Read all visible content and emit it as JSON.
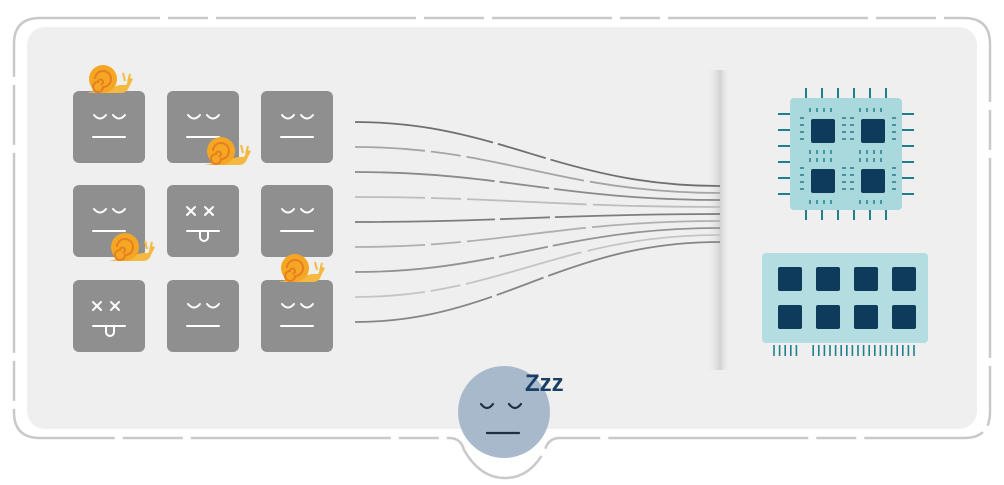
{
  "colors": {
    "panel_fill": "#efefef",
    "frame_stroke": "#c9c9c9",
    "tile_fill": "#8f8f8f",
    "face_stroke": "#ffffff",
    "snail_shell": "#f5a623",
    "snail_spiral": "#e67e22",
    "line_gray": "#9a9a9a",
    "chip_fill": "#a9d9dc",
    "chip_core": "#0e3b5c",
    "chip_pin": "#1f7f8c",
    "memory_fill": "#b4dde1",
    "memory_cell": "#0e3b5c",
    "sleeper_face": "#a9b9cc",
    "zzz_color": "#1a3f66",
    "divider_shadow": "#d9d9d9"
  },
  "diagram": {
    "tiles": [
      {
        "state": "sleepy",
        "snail": true
      },
      {
        "state": "sleepy",
        "snail": true
      },
      {
        "state": "sleepy",
        "snail": false
      },
      {
        "state": "sleepy",
        "snail": true
      },
      {
        "state": "dead",
        "snail": false
      },
      {
        "state": "sleepy",
        "snail": false
      },
      {
        "state": "dead",
        "snail": false
      },
      {
        "state": "sleepy",
        "snail": false
      },
      {
        "state": "sleepy",
        "snail": true
      }
    ],
    "connection_count": 9,
    "cpu_core_count": 4,
    "memory_module_cells": 8,
    "sleeper_text": "Zzz",
    "sleeper_icon": "sleeping-face-icon",
    "tile_icon": "neutral-face-icon",
    "snail_icon": "snail-icon",
    "cpu_icon": "cpu-chip-icon",
    "memory_icon": "memory-module-icon"
  }
}
